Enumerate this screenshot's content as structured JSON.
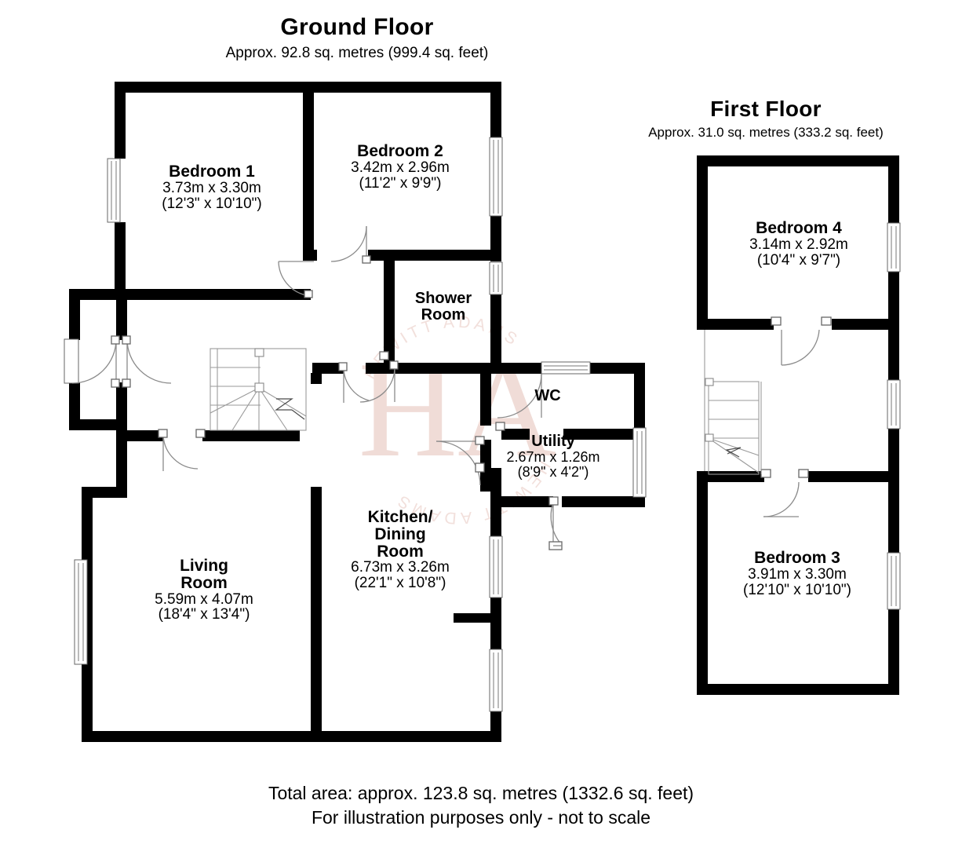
{
  "ground_floor": {
    "title": "Ground Floor",
    "area": "Approx. 92.8 sq. metres (999.4 sq. feet)"
  },
  "first_floor": {
    "title": "First Floor",
    "area": "Approx. 31.0 sq. metres (333.2 sq. feet)"
  },
  "rooms": [
    {
      "name": "Bedroom 1",
      "metric": "3.73m x 3.30m",
      "imperial": "(12'3\" x 10'10\")"
    },
    {
      "name": "Bedroom 2",
      "metric": "3.42m x 2.96m",
      "imperial": "(11'2\" x 9'9\")"
    },
    {
      "name": "Shower",
      "name2": "Room",
      "metric": "",
      "imperial": ""
    },
    {
      "name": "WC",
      "metric": "",
      "imperial": ""
    },
    {
      "name": "Utility",
      "metric": "2.67m x 1.26m",
      "imperial": "(8'9\" x 4'2\")"
    },
    {
      "name": "Living",
      "name2": "Room",
      "metric": "5.59m x 4.07m",
      "imperial": "(18'4\" x 13'4\")"
    },
    {
      "name": "Kitchen/",
      "name2": "Dining",
      "name3": "Room",
      "metric": "6.73m x 3.26m",
      "imperial": "(22'1\" x 10'8\")"
    },
    {
      "name": "Bedroom 4",
      "metric": "3.14m x 2.92m",
      "imperial": "(10'4\" x 9'7\")"
    },
    {
      "name": "Bedroom 3",
      "metric": "3.91m x 3.30m",
      "imperial": "(12'10\" x 10'10\")"
    }
  ],
  "footer": {
    "total_area": "Total area: approx. 123.8 sq. metres (1332.6 sq. feet)",
    "disclaimer": "For illustration purposes only - not to scale"
  },
  "watermark": {
    "monogram": "HA",
    "brand": "HEWITT ADAMS",
    "color": "#efd9d4"
  },
  "colors": {
    "wall": "#000000",
    "background": "#ffffff",
    "line": "#808080",
    "text": "#000000"
  }
}
